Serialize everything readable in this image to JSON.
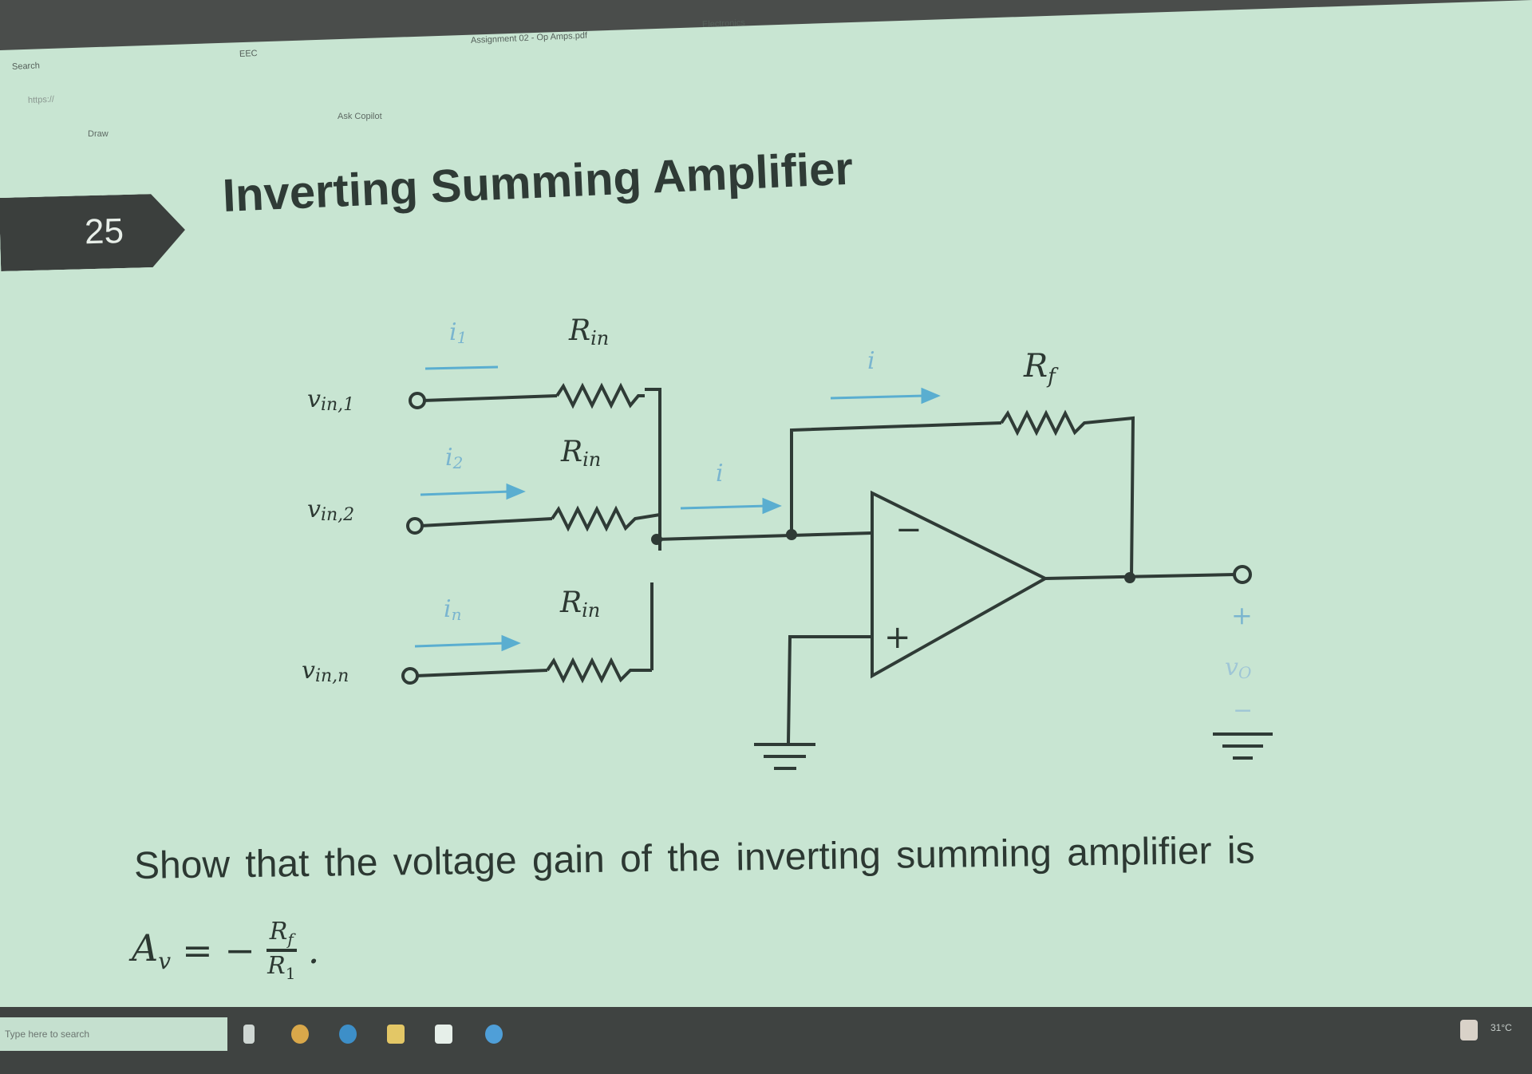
{
  "browser": {
    "tabs": [
      {
        "label": "Search"
      },
      {
        "label": "EEC"
      },
      {
        "label": "Assignment 02 - Op Amps.pdf"
      },
      {
        "label": "Electronics"
      }
    ],
    "address": "https://",
    "toolbar": {
      "draw": "Draw",
      "ask_copilot": "Ask Copilot"
    }
  },
  "slide": {
    "number": "25",
    "title": "Inverting Summing Amplifier",
    "circuit": {
      "inputs": [
        {
          "voltage": "v",
          "sub": "in,1",
          "current": "i",
          "current_sub": "1",
          "resistor": "R",
          "resistor_sub": "in"
        },
        {
          "voltage": "v",
          "sub": "in,2",
          "current": "i",
          "current_sub": "2",
          "resistor": "R",
          "resistor_sub": "in"
        },
        {
          "voltage": "v",
          "sub": "in,n",
          "current": "i",
          "current_sub": "n",
          "resistor": "R",
          "resistor_sub": "in"
        }
      ],
      "feedback_resistor": "R",
      "feedback_resistor_sub": "f",
      "current_i": "i",
      "minus": "−",
      "plus": "+",
      "output": "v",
      "output_sub": "O",
      "out_plus": "+",
      "out_minus": "−",
      "wire_color": "#2f3b36",
      "arrow_color": "#5aaed0"
    },
    "question": "Show that the voltage gain of the inverting summing amplifier is",
    "formula": {
      "lhs": "A",
      "lhs_sub": "v",
      "eq": "= −",
      "num": "R",
      "num_sub": "f",
      "den": "R",
      "den_sub": "1",
      "end": "."
    }
  },
  "taskbar": {
    "search": "Type here to search",
    "weather": "31°C"
  }
}
